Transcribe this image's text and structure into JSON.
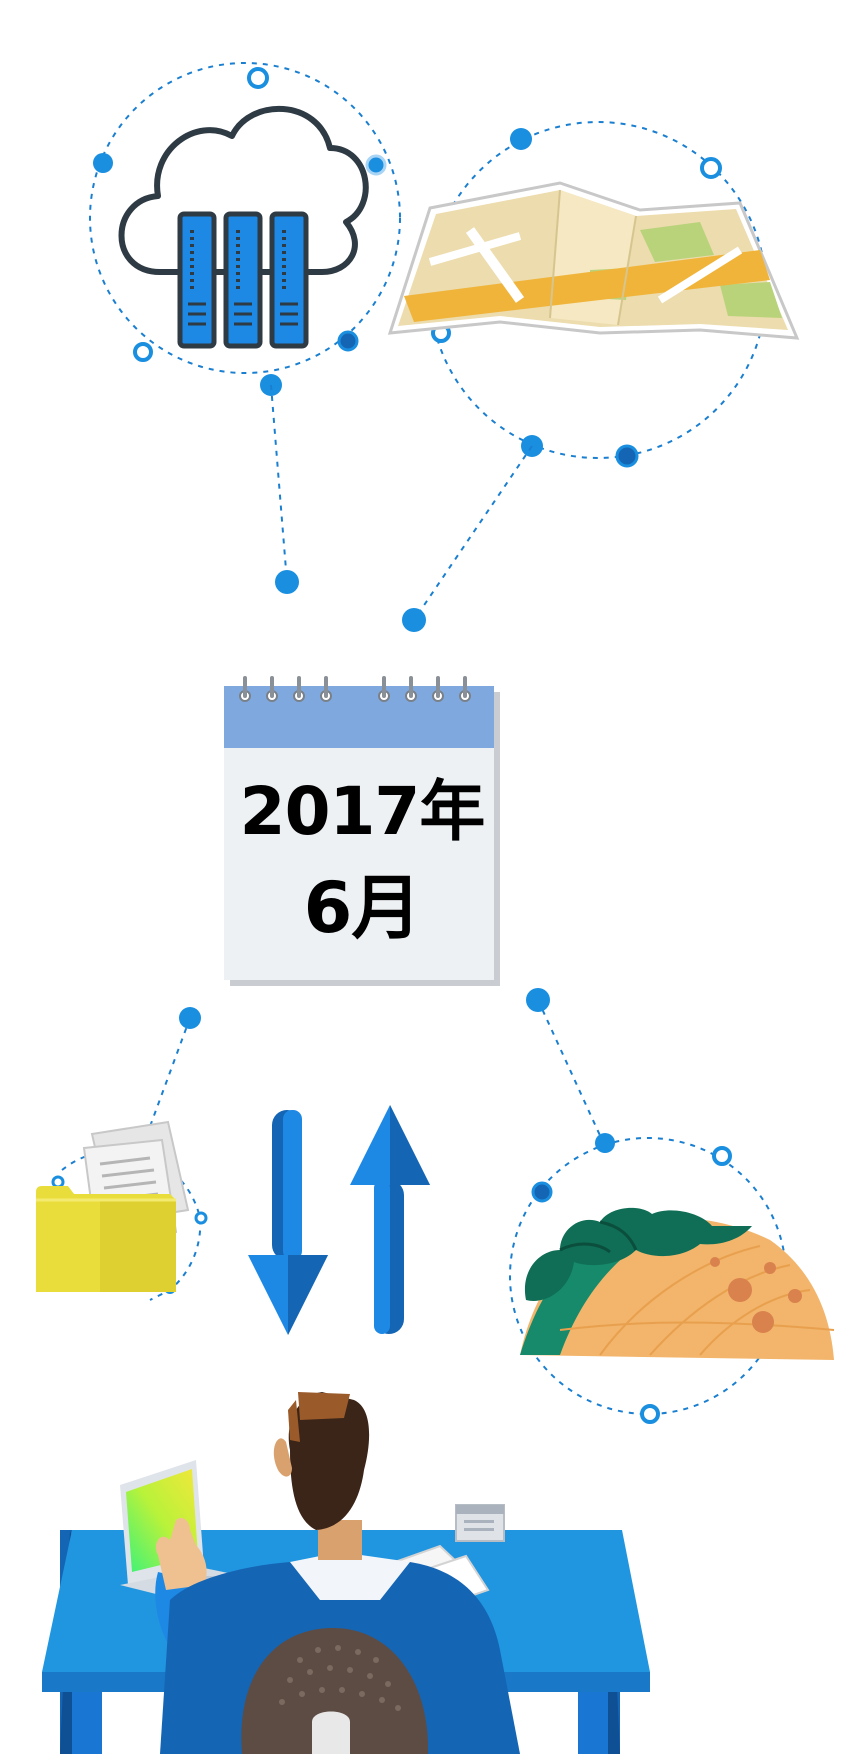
{
  "calendar": {
    "year_label": "2017年",
    "month_label": "6月"
  },
  "colors": {
    "accent_blue": "#1a8fe0",
    "dark_blue": "#1565b5",
    "calendar_header": "#7ea8de",
    "calendar_body": "#eef1f4",
    "folder_yellow": "#e8dd3a",
    "map_road": "#f0b43a",
    "field_orange": "#f2b56b",
    "bush_green": "#168a6a",
    "desk_blue": "#2196e0"
  },
  "icons": {
    "cloud_server": "cloud-server-icon",
    "map": "folded-map-icon",
    "calendar": "calendar-icon",
    "folder": "document-folder-icon",
    "download_arrow": "arrow-down-icon",
    "upload_arrow": "arrow-up-icon",
    "field": "farmland-field-icon",
    "worker": "person-at-desk-illustration"
  }
}
